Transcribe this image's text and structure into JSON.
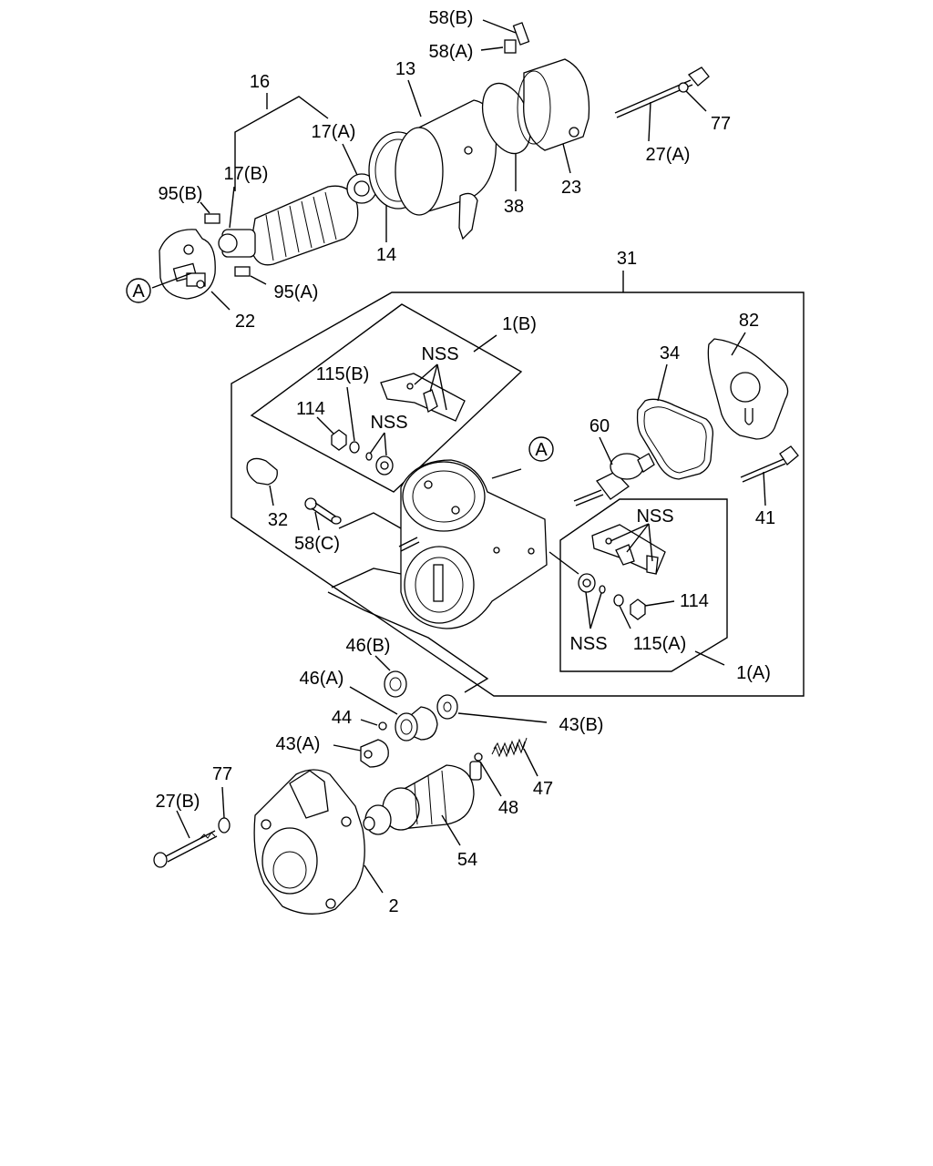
{
  "callout_A": "A",
  "labels": {
    "p16": "16",
    "p13": "13",
    "p58b": "58(B)",
    "p58a": "58(A)",
    "p17a": "17(A)",
    "p17b": "17(B)",
    "p95b": "95(B)",
    "p95a": "95(A)",
    "p22": "22",
    "p14": "14",
    "p38": "38",
    "p23": "23",
    "p27a": "27(A)",
    "p77a": "77",
    "p31": "31",
    "p1b": "1(B)",
    "nss1": "NSS",
    "p115b": "115(B)",
    "p114a": "114",
    "nss2": "NSS",
    "p34": "34",
    "p82": "82",
    "p60": "60",
    "p41": "41",
    "p32": "32",
    "p58c": "58(C)",
    "nss3": "NSS",
    "p114b": "114",
    "nss4": "NSS",
    "p115a": "115(A)",
    "p1a": "1(A)",
    "p46b": "46(B)",
    "p46a": "46(A)",
    "p44": "44",
    "p43a": "43(A)",
    "p43b": "43(B)",
    "p77b": "77",
    "p27b": "27(B)",
    "p47": "47",
    "p48": "48",
    "p54": "54",
    "p2": "2"
  }
}
